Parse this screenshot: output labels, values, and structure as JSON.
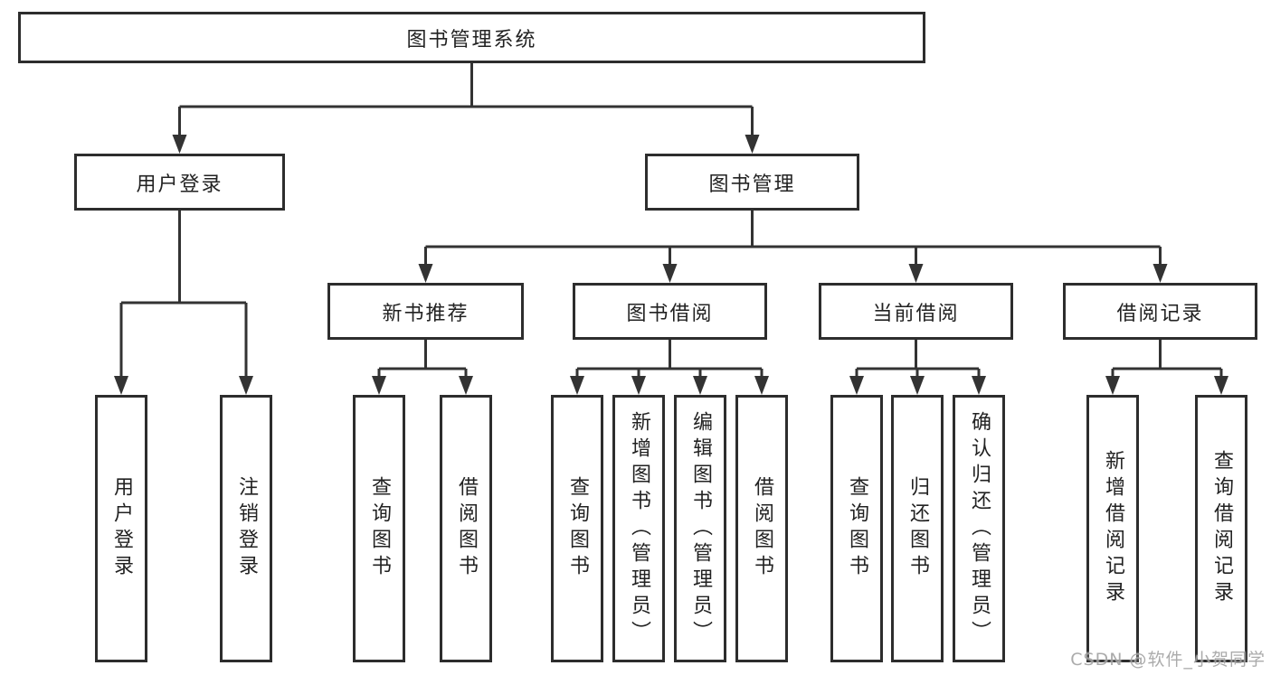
{
  "diagram": {
    "colors": {
      "line": "#333333",
      "box_border": "#2d2d2d",
      "text": "#222222",
      "background": "#ffffff",
      "watermark": "#a3a3a3"
    },
    "nodes": {
      "root": "图书管理系统",
      "user_login": "用户登录",
      "book_mgmt": "图书管理",
      "new_book_rec": "新书推荐",
      "book_borrow": "图书借阅",
      "current_borrow": "当前借阅",
      "borrow_records": "借阅记录",
      "leaf_user_login": "用户登录",
      "leaf_logout": "注销登录",
      "leaf_query_book_rec": "查询图书",
      "leaf_borrow_book_rec": "借阅图书",
      "leaf_query_book_borrow": "查询图书",
      "leaf_add_book": "新增图书（管理员）",
      "leaf_edit_book": "编辑图书（管理员）",
      "leaf_borrow_book_borrow": "借阅图书",
      "leaf_query_book_current": "查询图书",
      "leaf_return_book": "归还图书",
      "leaf_confirm_return": "确认归还（管理员）",
      "leaf_add_record": "新增借阅记录",
      "leaf_query_record": "查询借阅记录"
    }
  },
  "watermark": {
    "text": "CSDN @软件_小贺同学"
  }
}
